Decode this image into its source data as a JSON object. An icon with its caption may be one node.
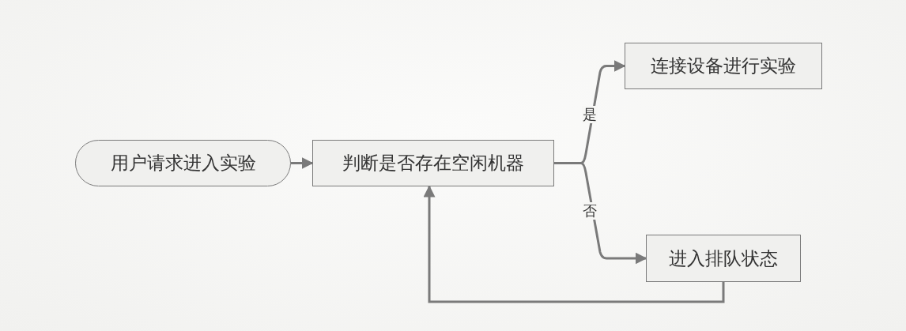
{
  "diagram": {
    "nodes": [
      {
        "text": [
          "用户请求进入实验"
        ]
      },
      {
        "text": [
          "判断是否存在空闲机器"
        ]
      },
      {
        "text": [
          "连接设备进行实验"
        ]
      },
      {
        "text": [
          "进入排队状态"
        ]
      }
    ],
    "edges": [
      {
        "from": 0,
        "to": 1,
        "arrow": "to"
      },
      {
        "from": 1,
        "to": 2,
        "arrow": "to",
        "label": "是"
      },
      {
        "from": 1,
        "to": 3,
        "arrow": "to",
        "label": "否"
      },
      {
        "from": 3,
        "to": 1,
        "arrow": "to"
      }
    ]
  }
}
